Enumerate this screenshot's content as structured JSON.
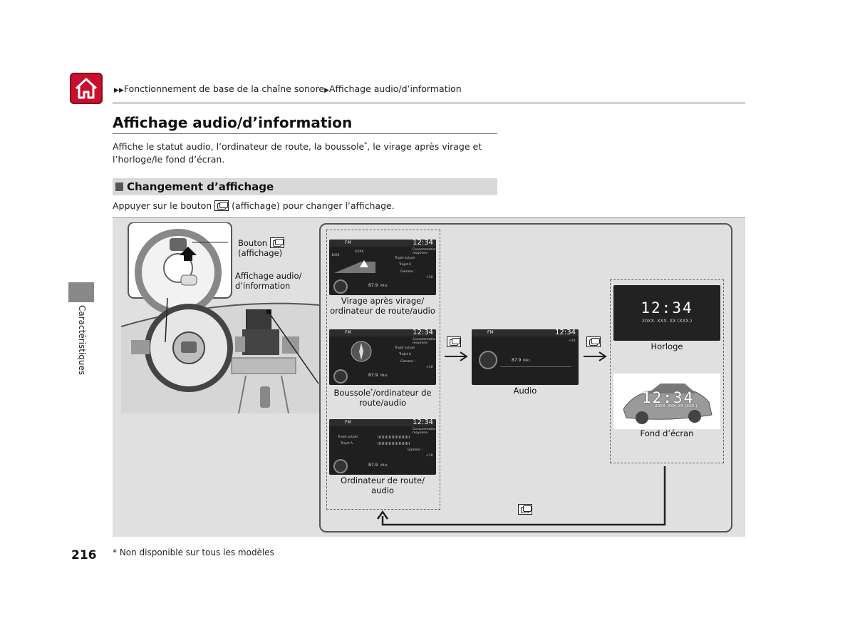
{
  "header": {
    "breadcrumb_part1": "Fonctionnement de base de la chaîne sonore",
    "breadcrumb_part2": "Affichage audio/d’information"
  },
  "page": {
    "title": "Affichage audio/d’information",
    "description_before": "Affiche le statut audio, l’ordinateur de route, la boussole",
    "description_after": ", le virage après virage et l’horloge/le fond d’écran.",
    "asterisk": "*",
    "section_title": "Changement d’affichage",
    "instruction_before": "Appuyer sur le bouton ",
    "instruction_after": " (affichage) pour changer l’affichage.",
    "side_tab": "Caractéristiques",
    "page_number": "216",
    "footnote": "* Non disponible sur tous les modèles"
  },
  "diagram": {
    "bouton_label": "Bouton",
    "affichage_label": "(affichage)",
    "display_label_1": "Affichage audio/",
    "display_label_2": "d’information",
    "screen1_caption_1": "Virage après virage/",
    "screen1_caption_2": "ordinateur de route/audio",
    "screen2_caption_1_before": "Boussole",
    "screen2_caption_1_after": "/ordinateur de",
    "screen2_caption_2": "route/audio",
    "screen3_caption_1": "Ordinateur de route/",
    "screen3_caption_2": "audio",
    "audio_caption": "Audio",
    "clock_caption": "Horloge",
    "wallpaper_caption": "Fond d’écran",
    "screen": {
      "source": "FM",
      "time": "12:34",
      "frequency": "87.9",
      "freq_unit": "MHz",
      "trip_actual": "Trajet actuel",
      "trip_a": "Trajet A",
      "range": "Gamme :",
      "consumption": "Consommation moyenne",
      "dist": "1000",
      "xxxx": "XXXX",
      "volume": "<10"
    },
    "clock_time": "12:34",
    "clock_date": "20XX. XXX. XX (XXX.)",
    "wallpaper_time": "12:34",
    "wallpaper_date": "20XX. XXX. XX (XXX.)"
  },
  "colors": {
    "accent_red": "#c8102e",
    "panel_gray": "#e0e0e0",
    "section_gray": "#d9d9d9"
  },
  "icons": [
    "home-icon",
    "display-button-icon",
    "arrow-right-icon",
    "arrow-up-icon"
  ]
}
